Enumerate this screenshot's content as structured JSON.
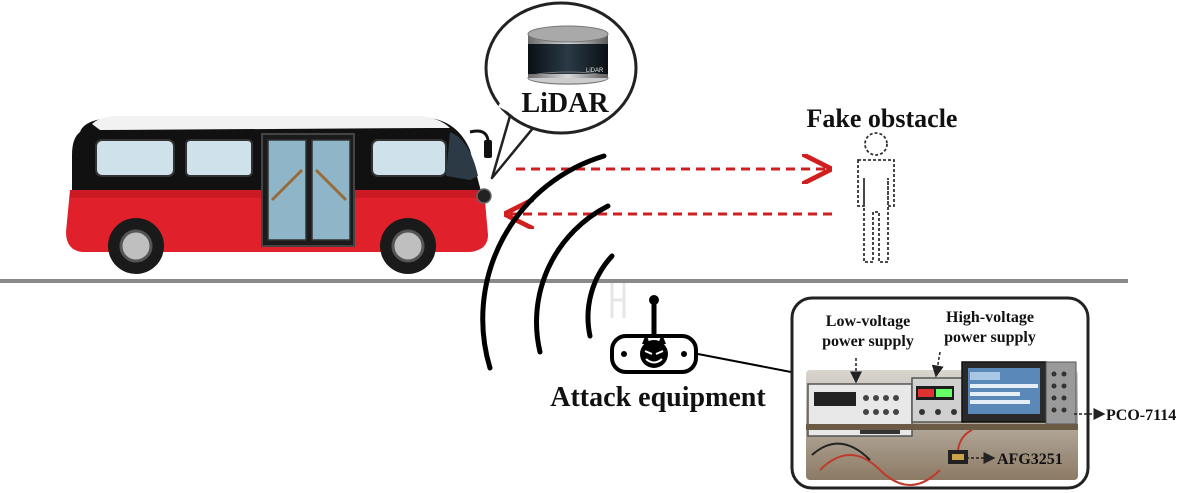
{
  "labels": {
    "lidar": "LiDAR",
    "fake_obstacle": "Fake obstacle",
    "attack_equipment": "Attack equipment",
    "low_voltage_line1": "Low-voltage",
    "low_voltage_line2": "power supply",
    "high_voltage_line1": "High-voltage",
    "high_voltage_line2": "power supply",
    "pco": "PCO-7114",
    "afg": "AFG3251",
    "lidar_brand": "LiDAR"
  },
  "colors": {
    "bus_red": "#e0202a",
    "bus_black": "#111111",
    "beam_red": "#d11f1f",
    "ground": "#8a8a8a",
    "wave": "#000000"
  },
  "icons": {
    "obstacle": "person-outline-icon",
    "attacker": "devil-router-icon",
    "sensor": "lidar-sensor-icon",
    "vehicle": "bus-icon"
  }
}
